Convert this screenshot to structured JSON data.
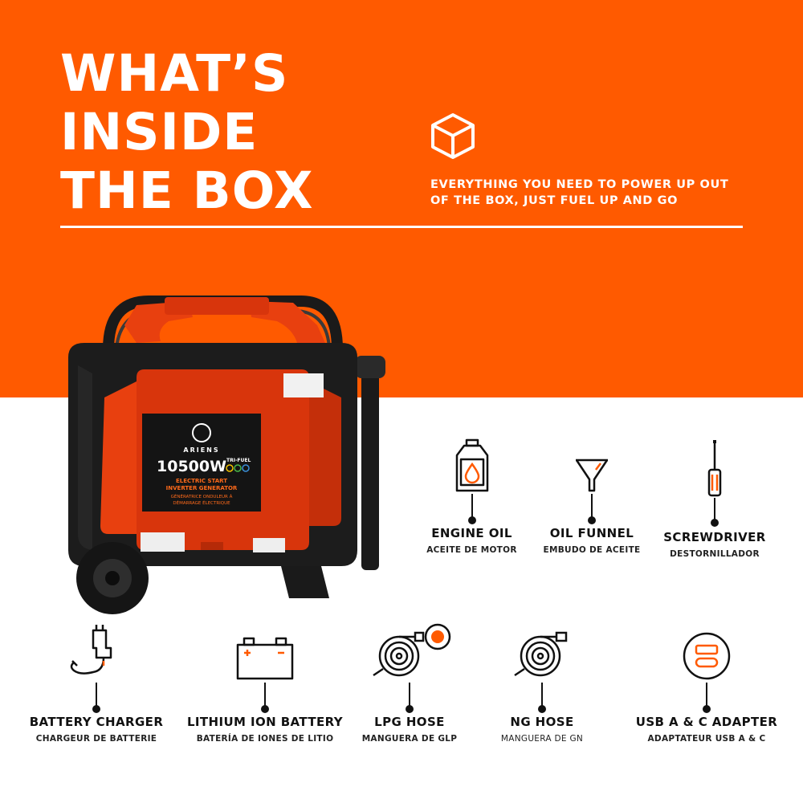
{
  "headline": {
    "line1": "WHAT’S",
    "line2": "INSIDE",
    "line3": "THE BOX"
  },
  "tagline": {
    "line1": "EVERYTHING YOU NEED TO POWER UP OUT",
    "line2": "OF THE BOX, JUST FUEL UP AND GO"
  },
  "generator": {
    "brand": "ARIENS",
    "wattage": "10500W",
    "badge": "TRI-FUEL",
    "line1": "ELECTRIC START",
    "line2": "INVERTER GENERATOR",
    "line3": "GÉNÉRATRICE ONDULEUR À",
    "line4": "DÉMARRAGE ÉLECTRIQUE"
  },
  "colors": {
    "brand_orange": "#ff5a00",
    "dark": "#1a1a1a",
    "red_panel": "#d8350c"
  },
  "items": [
    {
      "name": "ENGINE OIL",
      "sub": "ACEITE DE MOTOR",
      "icon": "oil-bottle-icon"
    },
    {
      "name": "OIL FUNNEL",
      "sub": "EMBUDO DE ACEITE",
      "icon": "funnel-icon"
    },
    {
      "name": "SCREWDRIVER",
      "sub": "DESTORNILLADOR",
      "icon": "screwdriver-icon"
    },
    {
      "name": "BATTERY CHARGER",
      "sub": "CHARGEUR DE BATTERIE",
      "icon": "charger-icon"
    },
    {
      "name": "LITHIUM ION BATTERY",
      "sub": "BATERÍA DE IONES DE LITIO",
      "icon": "battery-icon"
    },
    {
      "name": "LPG HOSE",
      "sub": "MANGUERA DE GLP",
      "icon": "lpg-hose-icon"
    },
    {
      "name": "NG HOSE",
      "sub": "MANGUERA DE GN",
      "icon": "ng-hose-icon"
    },
    {
      "name": "USB A & C ADAPTER",
      "sub": "ADAPTATEUR USB A & C",
      "icon": "usb-adapter-icon"
    }
  ]
}
